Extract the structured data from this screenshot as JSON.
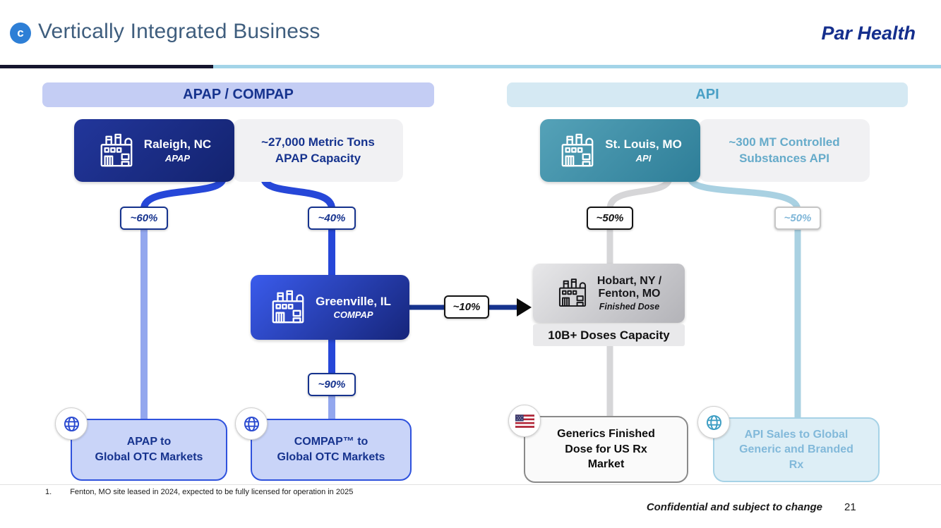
{
  "header": {
    "badge": "c",
    "title": "Vertically Integrated Business",
    "brand": "Par Health"
  },
  "sections": {
    "apap_compap": "APAP / COMPAP",
    "api": "API"
  },
  "facilities": {
    "raleigh": {
      "name": "Raleigh, NC",
      "type": "APAP"
    },
    "raleigh_capacity": "~27,000 Metric Tons\nAPAP Capacity",
    "st_louis": {
      "name": "St. Louis, MO",
      "type": "API"
    },
    "st_louis_capacity": "~300 MT Controlled\nSubstances API",
    "greenville": {
      "name": "Greenville, IL",
      "type": "COMPAP"
    },
    "hobart": {
      "name": "Hobart, NY /\nFenton, MO",
      "type": "Finished Dose",
      "capacity": "10B+ Doses Capacity"
    }
  },
  "flow_labels": {
    "raleigh_to_otc": "~60%",
    "raleigh_to_greenville": "~40%",
    "greenville_to_otc": "~90%",
    "greenville_to_dose": "~10%",
    "stlouis_to_dose": "~50%",
    "stlouis_to_sales": "~50%"
  },
  "outputs": {
    "apap_otc": "APAP to\nGlobal OTC Markets",
    "compap_otc": "COMPAP™ to\nGlobal OTC Markets",
    "generics": "Generics Finished\nDose for US Rx\nMarket",
    "api_sales": "API Sales to Global\nGeneric and Branded\nRx"
  },
  "footnote": {
    "num": "1.",
    "text": "Fenton, MO site leased in 2024, expected to be fully licensed for operation in 2025"
  },
  "footer": {
    "confidential": "Confidential and subject to change",
    "page": "21"
  },
  "colors": {
    "navy": "#16338e",
    "blue_line": "#2647d8",
    "periwinkle_line": "#93a7ee",
    "teal": "#3e8ca4",
    "light_teal_line": "#a9d1e2",
    "gray_line": "#d6d6d8"
  },
  "icons": {
    "factory": "factory-icon",
    "globe": "globe-icon",
    "us_flag": "us-flag-icon"
  }
}
